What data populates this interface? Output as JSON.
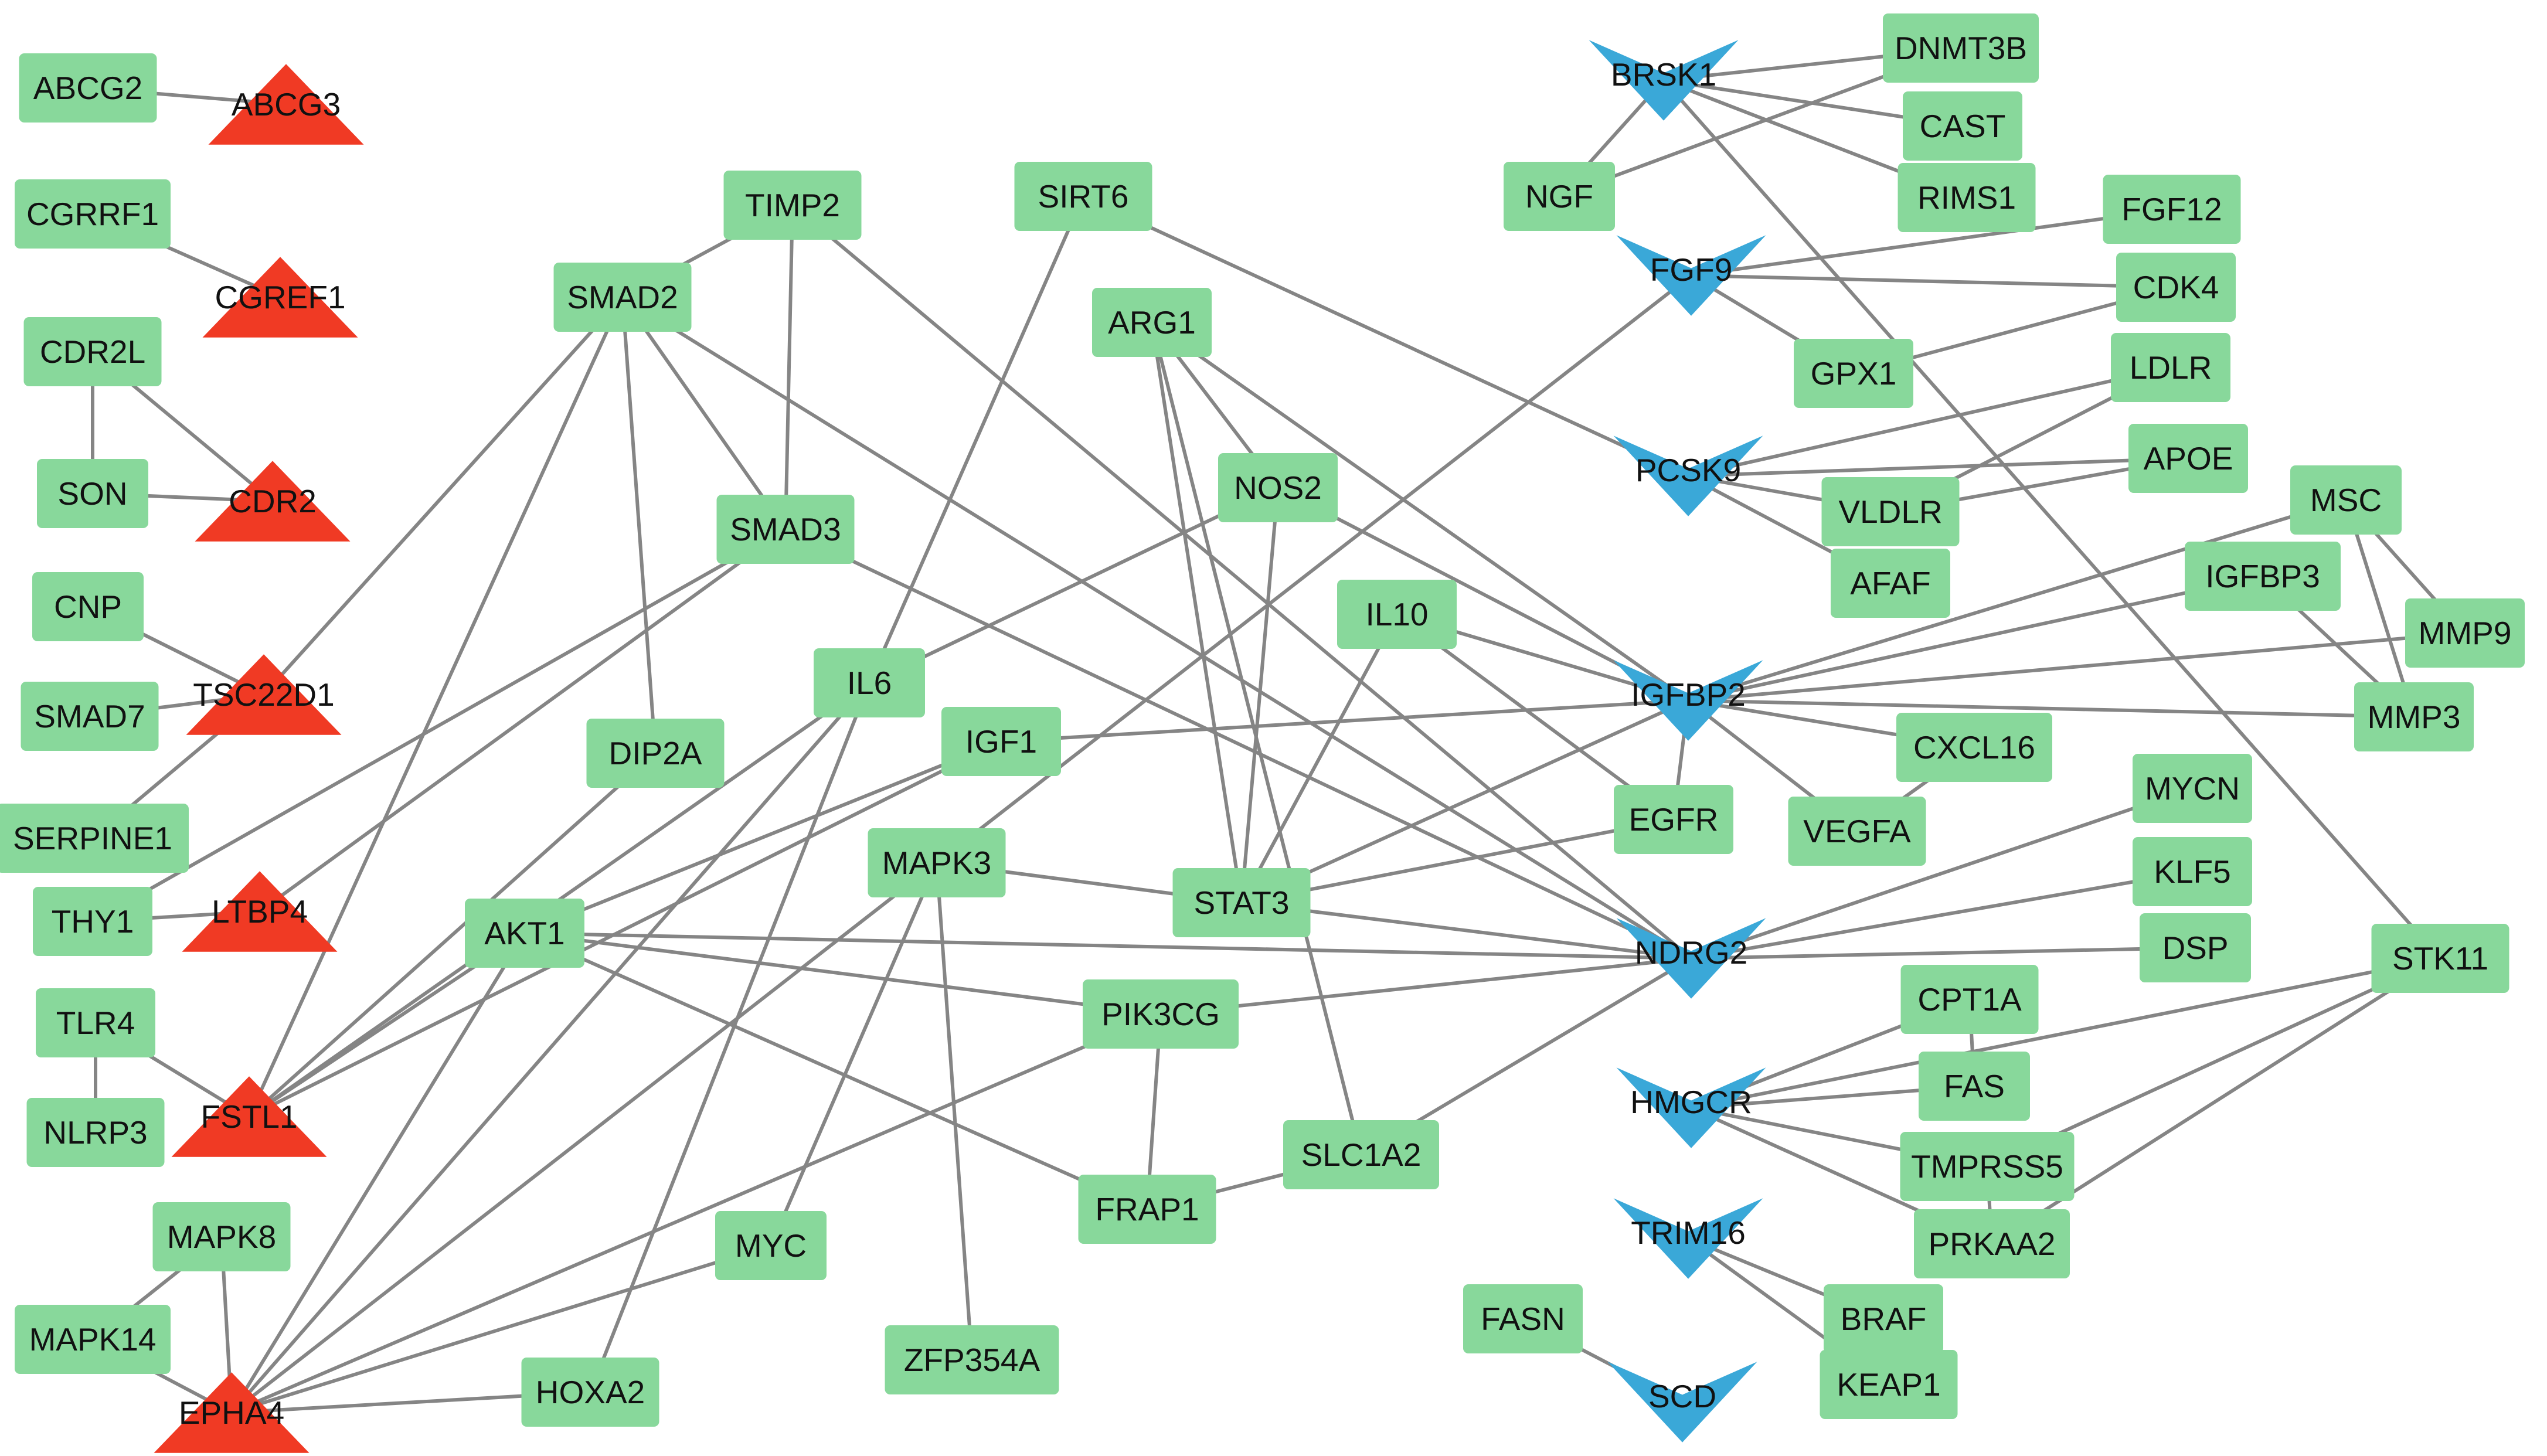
{
  "colors": {
    "edge": "#858585",
    "gene": "#88d89b",
    "triangle_up": "#f03a24",
    "triangle_down": "#3aa8d8"
  },
  "nodes": [
    {
      "id": "ABCG2",
      "label": "ABCG2",
      "shape": "rect"
    },
    {
      "id": "ABCG3",
      "label": "ABCG3",
      "shape": "triangle-up"
    },
    {
      "id": "CGRRF1",
      "label": "CGRRF1",
      "shape": "rect"
    },
    {
      "id": "CGREF1",
      "label": "CGREF1",
      "shape": "triangle-up"
    },
    {
      "id": "CDR2L",
      "label": "CDR2L",
      "shape": "rect"
    },
    {
      "id": "SON",
      "label": "SON",
      "shape": "rect"
    },
    {
      "id": "CDR2",
      "label": "CDR2",
      "shape": "triangle-up"
    },
    {
      "id": "CNP",
      "label": "CNP",
      "shape": "rect"
    },
    {
      "id": "SMAD7",
      "label": "SMAD7",
      "shape": "rect"
    },
    {
      "id": "TSC22D1",
      "label": "TSC22D1",
      "shape": "triangle-up"
    },
    {
      "id": "SERPINE1",
      "label": "SERPINE1",
      "shape": "rect"
    },
    {
      "id": "THY1",
      "label": "THY1",
      "shape": "rect"
    },
    {
      "id": "LTBP4",
      "label": "LTBP4",
      "shape": "triangle-up"
    },
    {
      "id": "TLR4",
      "label": "TLR4",
      "shape": "rect"
    },
    {
      "id": "NLRP3",
      "label": "NLRP3",
      "shape": "rect"
    },
    {
      "id": "FSTL1",
      "label": "FSTL1",
      "shape": "triangle-up"
    },
    {
      "id": "MAPK8",
      "label": "MAPK8",
      "shape": "rect"
    },
    {
      "id": "MAPK14",
      "label": "MAPK14",
      "shape": "rect"
    },
    {
      "id": "EPHA4",
      "label": "EPHA4",
      "shape": "triangle-up"
    },
    {
      "id": "TIMP2",
      "label": "TIMP2",
      "shape": "rect"
    },
    {
      "id": "SMAD2",
      "label": "SMAD2",
      "shape": "rect"
    },
    {
      "id": "SMAD3",
      "label": "SMAD3",
      "shape": "rect"
    },
    {
      "id": "DIP2A",
      "label": "DIP2A",
      "shape": "rect"
    },
    {
      "id": "AKT1",
      "label": "AKT1",
      "shape": "rect"
    },
    {
      "id": "HOXA2",
      "label": "HOXA2",
      "shape": "rect"
    },
    {
      "id": "MYC",
      "label": "MYC",
      "shape": "rect"
    },
    {
      "id": "ZFP354A",
      "label": "ZFP354A",
      "shape": "rect"
    },
    {
      "id": "SIRT6",
      "label": "SIRT6",
      "shape": "rect"
    },
    {
      "id": "IL6",
      "label": "IL6",
      "shape": "rect"
    },
    {
      "id": "IGF1",
      "label": "IGF1",
      "shape": "rect"
    },
    {
      "id": "MAPK3",
      "label": "MAPK3",
      "shape": "rect"
    },
    {
      "id": "ARG1",
      "label": "ARG1",
      "shape": "rect"
    },
    {
      "id": "NOS2",
      "label": "NOS2",
      "shape": "rect"
    },
    {
      "id": "IL10",
      "label": "IL10",
      "shape": "rect"
    },
    {
      "id": "STAT3",
      "label": "STAT3",
      "shape": "rect"
    },
    {
      "id": "PIK3CG",
      "label": "PIK3CG",
      "shape": "rect"
    },
    {
      "id": "FRAP1",
      "label": "FRAP1",
      "shape": "rect"
    },
    {
      "id": "SLC1A2",
      "label": "SLC1A2",
      "shape": "rect"
    },
    {
      "id": "EGFR",
      "label": "EGFR",
      "shape": "rect"
    },
    {
      "id": "BRSK1",
      "label": "BRSK1",
      "shape": "triangle-down"
    },
    {
      "id": "DNMT3B",
      "label": "DNMT3B",
      "shape": "rect"
    },
    {
      "id": "CAST",
      "label": "CAST",
      "shape": "rect"
    },
    {
      "id": "RIMS1",
      "label": "RIMS1",
      "shape": "rect"
    },
    {
      "id": "NGF",
      "label": "NGF",
      "shape": "rect"
    },
    {
      "id": "FGF9",
      "label": "FGF9",
      "shape": "triangle-down"
    },
    {
      "id": "FGF12",
      "label": "FGF12",
      "shape": "rect"
    },
    {
      "id": "CDK4",
      "label": "CDK4",
      "shape": "rect"
    },
    {
      "id": "GPX1",
      "label": "GPX1",
      "shape": "rect"
    },
    {
      "id": "LDLR",
      "label": "LDLR",
      "shape": "rect"
    },
    {
      "id": "PCSK9",
      "label": "PCSK9",
      "shape": "triangle-down"
    },
    {
      "id": "APOE",
      "label": "APOE",
      "shape": "rect"
    },
    {
      "id": "VLDLR",
      "label": "VLDLR",
      "shape": "rect"
    },
    {
      "id": "AFAF",
      "label": "AFAF",
      "shape": "rect"
    },
    {
      "id": "MSC",
      "label": "MSC",
      "shape": "rect"
    },
    {
      "id": "IGFBP3",
      "label": "IGFBP3",
      "shape": "rect"
    },
    {
      "id": "MMP9",
      "label": "MMP9",
      "shape": "rect"
    },
    {
      "id": "MMP3",
      "label": "MMP3",
      "shape": "rect"
    },
    {
      "id": "IGFBP2",
      "label": "IGFBP2",
      "shape": "triangle-down"
    },
    {
      "id": "CXCL16",
      "label": "CXCL16",
      "shape": "rect"
    },
    {
      "id": "VEGFA",
      "label": "VEGFA",
      "shape": "rect"
    },
    {
      "id": "MYCN",
      "label": "MYCN",
      "shape": "rect"
    },
    {
      "id": "KLF5",
      "label": "KLF5",
      "shape": "rect"
    },
    {
      "id": "DSP",
      "label": "DSP",
      "shape": "rect"
    },
    {
      "id": "NDRG2",
      "label": "NDRG2",
      "shape": "triangle-down"
    },
    {
      "id": "STK11",
      "label": "STK11",
      "shape": "rect"
    },
    {
      "id": "CPT1A",
      "label": "CPT1A",
      "shape": "rect"
    },
    {
      "id": "FAS",
      "label": "FAS",
      "shape": "rect"
    },
    {
      "id": "HMGCR",
      "label": "HMGCR",
      "shape": "triangle-down"
    },
    {
      "id": "TMPRSS5",
      "label": "TMPRSS5",
      "shape": "rect"
    },
    {
      "id": "PRKAA2",
      "label": "PRKAA2",
      "shape": "rect"
    },
    {
      "id": "TRIM16",
      "label": "TRIM16",
      "shape": "triangle-down"
    },
    {
      "id": "BRAF",
      "label": "BRAF",
      "shape": "rect"
    },
    {
      "id": "KEAP1",
      "label": "KEAP1",
      "shape": "rect"
    },
    {
      "id": "FASN",
      "label": "FASN",
      "shape": "rect"
    },
    {
      "id": "SCD",
      "label": "SCD",
      "shape": "triangle-down"
    }
  ],
  "edges": [
    [
      "ABCG2",
      "ABCG3"
    ],
    [
      "CGRRF1",
      "CGREF1"
    ],
    [
      "CDR2L",
      "SON"
    ],
    [
      "CDR2L",
      "CDR2"
    ],
    [
      "SON",
      "CDR2"
    ],
    [
      "CNP",
      "TSC22D1"
    ],
    [
      "SMAD7",
      "TSC22D1"
    ],
    [
      "SERPINE1",
      "TSC22D1"
    ],
    [
      "THY1",
      "LTBP4"
    ],
    [
      "TLR4",
      "NLRP3"
    ],
    [
      "TLR4",
      "FSTL1"
    ],
    [
      "MAPK8",
      "MAPK14"
    ],
    [
      "MAPK8",
      "EPHA4"
    ],
    [
      "MAPK14",
      "EPHA4"
    ],
    [
      "SMAD2",
      "TIMP2"
    ],
    [
      "SMAD2",
      "SMAD3"
    ],
    [
      "SMAD2",
      "DIP2A"
    ],
    [
      "SMAD2",
      "TSC22D1"
    ],
    [
      "SMAD2",
      "FSTL1"
    ],
    [
      "SMAD2",
      "NDRG2"
    ],
    [
      "TIMP2",
      "SMAD3"
    ],
    [
      "TIMP2",
      "NDRG2"
    ],
    [
      "SMAD3",
      "THY1"
    ],
    [
      "SMAD3",
      "LTBP4"
    ],
    [
      "SMAD3",
      "NDRG2"
    ],
    [
      "DIP2A",
      "FSTL1"
    ],
    [
      "AKT1",
      "FSTL1"
    ],
    [
      "AKT1",
      "EPHA4"
    ],
    [
      "AKT1",
      "NDRG2"
    ],
    [
      "AKT1",
      "PIK3CG"
    ],
    [
      "AKT1",
      "FRAP1"
    ],
    [
      "AKT1",
      "IGF1"
    ],
    [
      "EPHA4",
      "HOXA2"
    ],
    [
      "EPHA4",
      "MYC"
    ],
    [
      "EPHA4",
      "MAPK3"
    ],
    [
      "EPHA4",
      "PIK3CG"
    ],
    [
      "EPHA4",
      "IL6"
    ],
    [
      "HOXA2",
      "IL6"
    ],
    [
      "FSTL1",
      "IL6"
    ],
    [
      "SIRT6",
      "IL6"
    ],
    [
      "SIRT6",
      "PCSK9"
    ],
    [
      "IL6",
      "NOS2"
    ],
    [
      "IGF1",
      "FSTL1"
    ],
    [
      "IGF1",
      "IGFBP2"
    ],
    [
      "MAPK3",
      "FGF9"
    ],
    [
      "MAPK3",
      "STAT3"
    ],
    [
      "MAPK3",
      "MYC"
    ],
    [
      "MAPK3",
      "ZFP354A"
    ],
    [
      "ARG1",
      "NOS2"
    ],
    [
      "ARG1",
      "STAT3"
    ],
    [
      "ARG1",
      "IGFBP2"
    ],
    [
      "ARG1",
      "SLC1A2"
    ],
    [
      "NOS2",
      "STAT3"
    ],
    [
      "NOS2",
      "IGFBP2"
    ],
    [
      "IL10",
      "STAT3"
    ],
    [
      "IL10",
      "IGFBP2"
    ],
    [
      "IL10",
      "EGFR"
    ],
    [
      "STAT3",
      "EGFR"
    ],
    [
      "STAT3",
      "NDRG2"
    ],
    [
      "STAT3",
      "IGFBP2"
    ],
    [
      "PIK3CG",
      "FRAP1"
    ],
    [
      "PIK3CG",
      "NDRG2"
    ],
    [
      "FRAP1",
      "SLC1A2"
    ],
    [
      "SLC1A2",
      "NDRG2"
    ],
    [
      "EGFR",
      "IGFBP2"
    ],
    [
      "BRSK1",
      "DNMT3B"
    ],
    [
      "BRSK1",
      "CAST"
    ],
    [
      "BRSK1",
      "RIMS1"
    ],
    [
      "BRSK1",
      "NGF"
    ],
    [
      "BRSK1",
      "STK11"
    ],
    [
      "NGF",
      "DNMT3B"
    ],
    [
      "FGF9",
      "FGF12"
    ],
    [
      "FGF9",
      "CDK4"
    ],
    [
      "FGF9",
      "GPX1"
    ],
    [
      "GPX1",
      "CDK4"
    ],
    [
      "PCSK9",
      "LDLR"
    ],
    [
      "PCSK9",
      "APOE"
    ],
    [
      "PCSK9",
      "VLDLR"
    ],
    [
      "PCSK9",
      "AFAF"
    ],
    [
      "VLDLR",
      "LDLR"
    ],
    [
      "VLDLR",
      "APOE"
    ],
    [
      "IGFBP2",
      "MSC"
    ],
    [
      "IGFBP2",
      "IGFBP3"
    ],
    [
      "IGFBP2",
      "MMP9"
    ],
    [
      "IGFBP2",
      "MMP3"
    ],
    [
      "IGFBP2",
      "CXCL16"
    ],
    [
      "IGFBP2",
      "VEGFA"
    ],
    [
      "VEGFA",
      "CXCL16"
    ],
    [
      "MSC",
      "MMP9"
    ],
    [
      "MSC",
      "MMP3"
    ],
    [
      "IGFBP3",
      "MMP3"
    ],
    [
      "NDRG2",
      "MYCN"
    ],
    [
      "NDRG2",
      "KLF5"
    ],
    [
      "NDRG2",
      "DSP"
    ],
    [
      "HMGCR",
      "CPT1A"
    ],
    [
      "HMGCR",
      "FAS"
    ],
    [
      "HMGCR",
      "TMPRSS5"
    ],
    [
      "HMGCR",
      "PRKAA2"
    ],
    [
      "HMGCR",
      "STK11"
    ],
    [
      "CPT1A",
      "FAS"
    ],
    [
      "STK11",
      "TMPRSS5"
    ],
    [
      "STK11",
      "PRKAA2"
    ],
    [
      "TMPRSS5",
      "PRKAA2"
    ],
    [
      "TRIM16",
      "BRAF"
    ],
    [
      "TRIM16",
      "KEAP1"
    ],
    [
      "FASN",
      "SCD"
    ]
  ]
}
